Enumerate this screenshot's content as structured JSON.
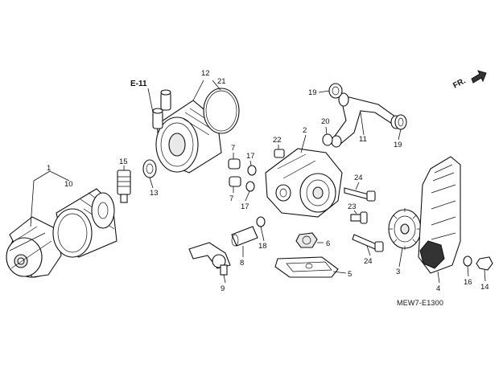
{
  "diagram": {
    "code": "MEW7-E1300",
    "direction_label": "FR.",
    "reference_label": "E-11",
    "callouts": [
      "1",
      "10",
      "15",
      "13",
      "E-11",
      "12",
      "21",
      "7",
      "17",
      "7",
      "17",
      "22",
      "2",
      "19",
      "20",
      "11",
      "19",
      "24",
      "23",
      "6",
      "24",
      "3",
      "18",
      "8",
      "9",
      "5",
      "16",
      "14",
      "4"
    ]
  }
}
